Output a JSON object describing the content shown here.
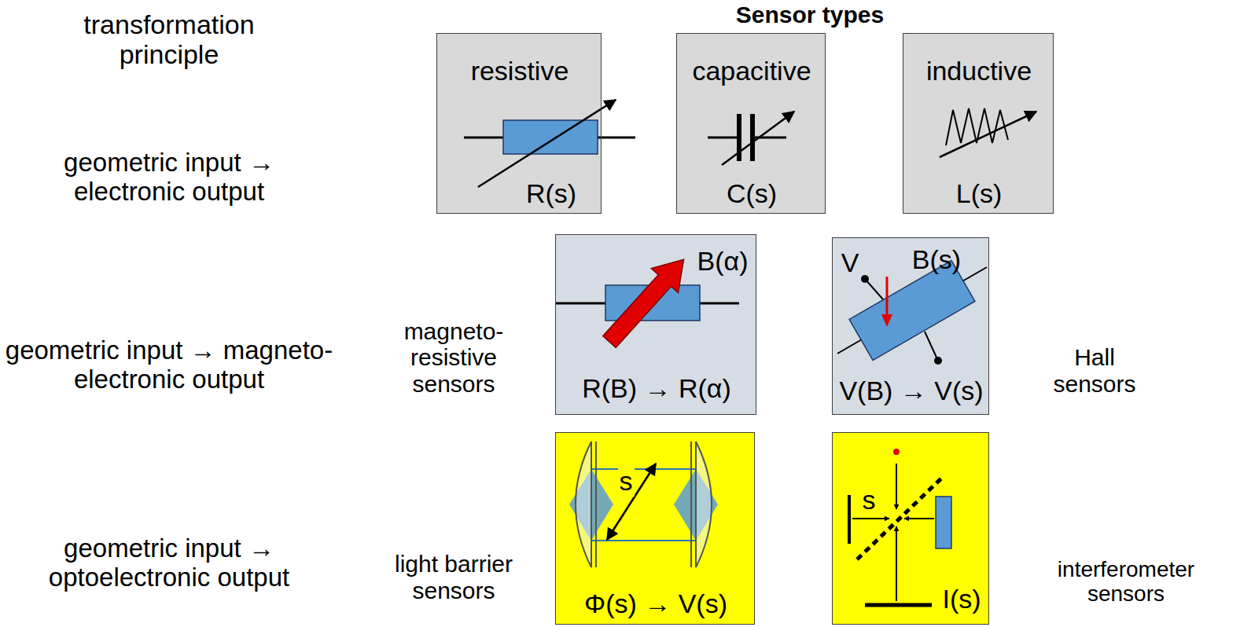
{
  "diagram": {
    "title": "Sensor types",
    "nodes": [
      {
        "text": [
          "resistive",
          "R(s)"
        ]
      },
      {
        "text": [
          "capacitive",
          "C(s)"
        ]
      },
      {
        "text": [
          "inductive",
          "L(s)"
        ]
      },
      {
        "text": [
          "B(α)",
          "R(B) → R(α)"
        ]
      },
      {
        "text": [
          "V",
          "B(s)",
          "V(B) → V(s)"
        ]
      },
      {
        "text": [
          "s",
          "Φ(s) → V(s)"
        ]
      },
      {
        "text": [
          "s",
          "I(s)"
        ]
      }
    ],
    "labels": [
      "transformation principle",
      "geometric input → electronic output",
      "geometric input → magneto-electronic output",
      "geometric input → optoelectronic output",
      "magneto-resistive sensors",
      "Hall sensors",
      "light barrier sensors",
      "interferometer sensors"
    ]
  }
}
